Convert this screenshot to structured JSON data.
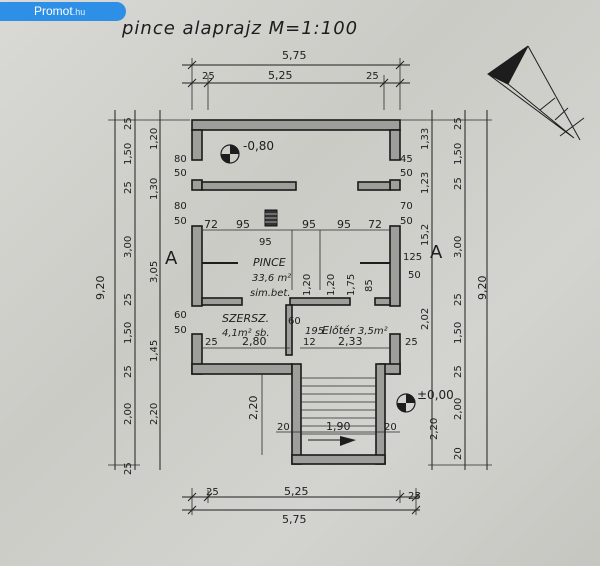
{
  "badge": {
    "brand": "Promot",
    "tld": ".hu"
  },
  "title": "pince  alaprajz  M=1:100",
  "dims_top": {
    "overall": "5,75",
    "inner": "5,25",
    "left_wall": "25",
    "right_wall": "25"
  },
  "dims_bottom": {
    "overall": "5,75",
    "inner": "5,25",
    "left_wall": "25",
    "right_wall": "25"
  },
  "dims_left_outer": {
    "total": "9,20",
    "a": "25",
    "b": "1,50",
    "c": "25",
    "d": "3,00",
    "e": "25",
    "f": "1,50",
    "g": "25",
    "h": "2,00",
    "i": "25"
  },
  "dims_left_inner": {
    "a": "1,20",
    "b": "1,30",
    "c": "3,05",
    "d": "1,45",
    "e": "2,20"
  },
  "dims_left_openings": {
    "a": "80",
    "b": "50",
    "c": "80",
    "d": "50",
    "e": "60",
    "f": "50"
  },
  "dims_right_outer": {
    "total": "9,20",
    "a": "25",
    "b": "1,50",
    "c": "25",
    "d": "3,00",
    "e": "25",
    "f": "1,50",
    "g": "25",
    "h": "2,00",
    "i": "20"
  },
  "dims_right_inner": {
    "a": "1,33",
    "b": "1,23",
    "c": "15,2",
    "d": "2,02",
    "e": "2,20"
  },
  "dims_right_openings": {
    "a": "45",
    "b": "50",
    "c": "70",
    "d": "50",
    "e": "125",
    "f": "50"
  },
  "dims_interior": {
    "a": "72",
    "b": "95",
    "c": "95",
    "d": "95",
    "e": "72",
    "f": "95",
    "g": "1,20",
    "h": "1,20",
    "i": "1,75",
    "j": "85",
    "k": "60",
    "l": "25",
    "m": "2,80",
    "n": "12",
    "o": "2,33",
    "p": "25",
    "q": "2,20",
    "r": "20",
    "s": "1,90",
    "t": "20"
  },
  "levels": {
    "basement": "-0,80",
    "ground": "±0,00"
  },
  "section_marks": {
    "left": "A",
    "right": "A"
  },
  "rooms": {
    "pince": {
      "name": "PINCE",
      "area": "33,6 m²",
      "floor": "sim.bet."
    },
    "szersz": {
      "name": "SZERSZ.",
      "area": "4,1m² sb."
    },
    "eloter": {
      "name": "Előtér",
      "area": "3,5m²",
      "prefix": "195"
    }
  },
  "colors": {
    "ink": "#1d1d1d",
    "paper": "#d3d3cf",
    "wall_fill": "#9e9e9a",
    "badge": "#2e8fe6"
  },
  "icons": {
    "north_arrow": "north-arrow-icon",
    "level_marker": "level-marker-icon"
  }
}
